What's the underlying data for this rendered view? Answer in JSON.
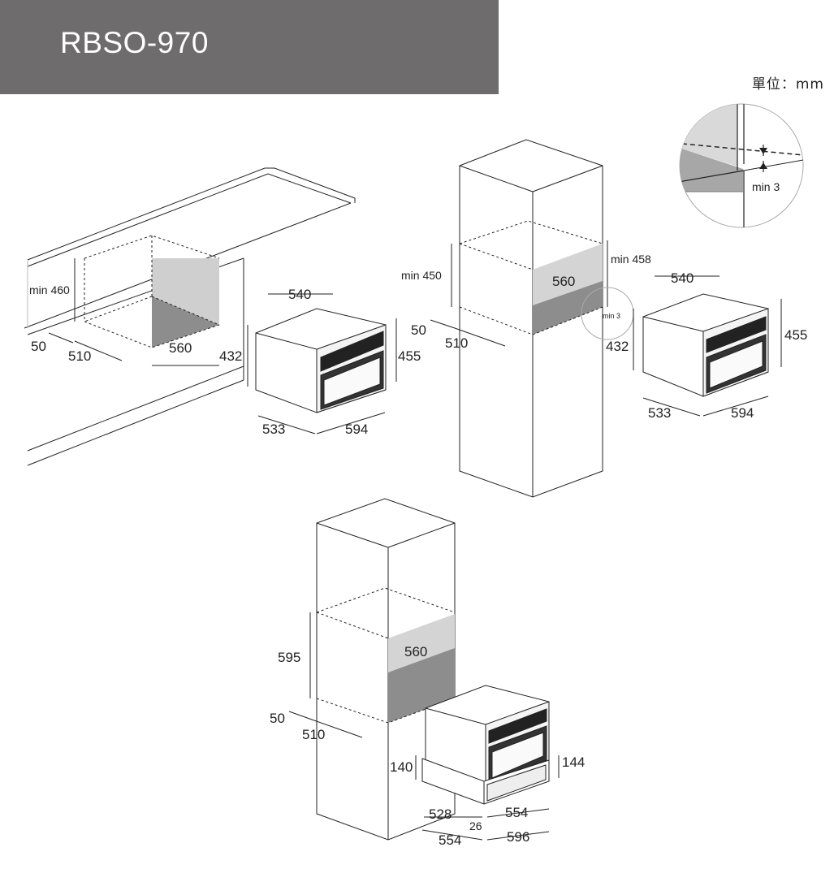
{
  "header": {
    "model": "RBSO-970",
    "unit_label": "單位：mm"
  },
  "detail_callout": {
    "label": "min 3",
    "value": 3
  },
  "installation_views": [
    {
      "name": "under-counter",
      "labels": {
        "cavity_height": "min 460",
        "gap": "50",
        "depth": "510",
        "width": "560",
        "oven_top_width": "540",
        "oven_side_height": "432",
        "oven_front_height": "455",
        "oven_depth": "533",
        "oven_front_width": "594"
      }
    },
    {
      "name": "tall-cabinet",
      "labels": {
        "cavity_height": "min 450",
        "clearance": "min 458",
        "width": "560",
        "gap": "50",
        "depth": "510",
        "detail_min": "min 3",
        "oven_top_width": "540",
        "oven_side_height": "432",
        "oven_front_height": "455",
        "oven_depth": "533",
        "oven_front_width": "594"
      }
    },
    {
      "name": "with-warming-drawer",
      "labels": {
        "cavity_height": "595",
        "width": "560",
        "gap": "50",
        "depth": "510",
        "drawer_side_height": "140",
        "drawer_front_height": "144",
        "drawer_depth": "528",
        "drawer_offset": "26",
        "drawer_width": "554",
        "cabinet_depth": "554",
        "cabinet_width": "596"
      }
    }
  ]
}
